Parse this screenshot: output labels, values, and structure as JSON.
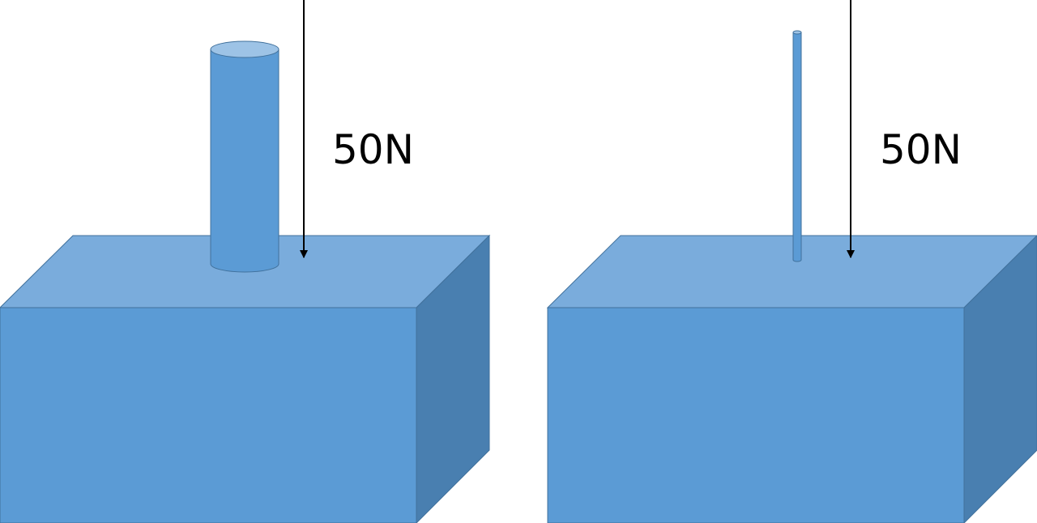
{
  "colors": {
    "front_face": "#5b9bd5",
    "top_face": "#7aacdc",
    "side_face": "#497fb0",
    "edge": "#41719c",
    "cylinder_body": "#5b9bd5",
    "cylinder_top": "#9dc3e6",
    "arrow": "#000000"
  },
  "panels": [
    {
      "name": "wide-cylinder-panel",
      "force_label": "50N",
      "objects": [
        "box",
        "wide-cylinder",
        "force-arrow"
      ]
    },
    {
      "name": "thin-rod-panel",
      "force_label": "50N",
      "objects": [
        "box",
        "thin-rod",
        "force-arrow"
      ]
    }
  ]
}
